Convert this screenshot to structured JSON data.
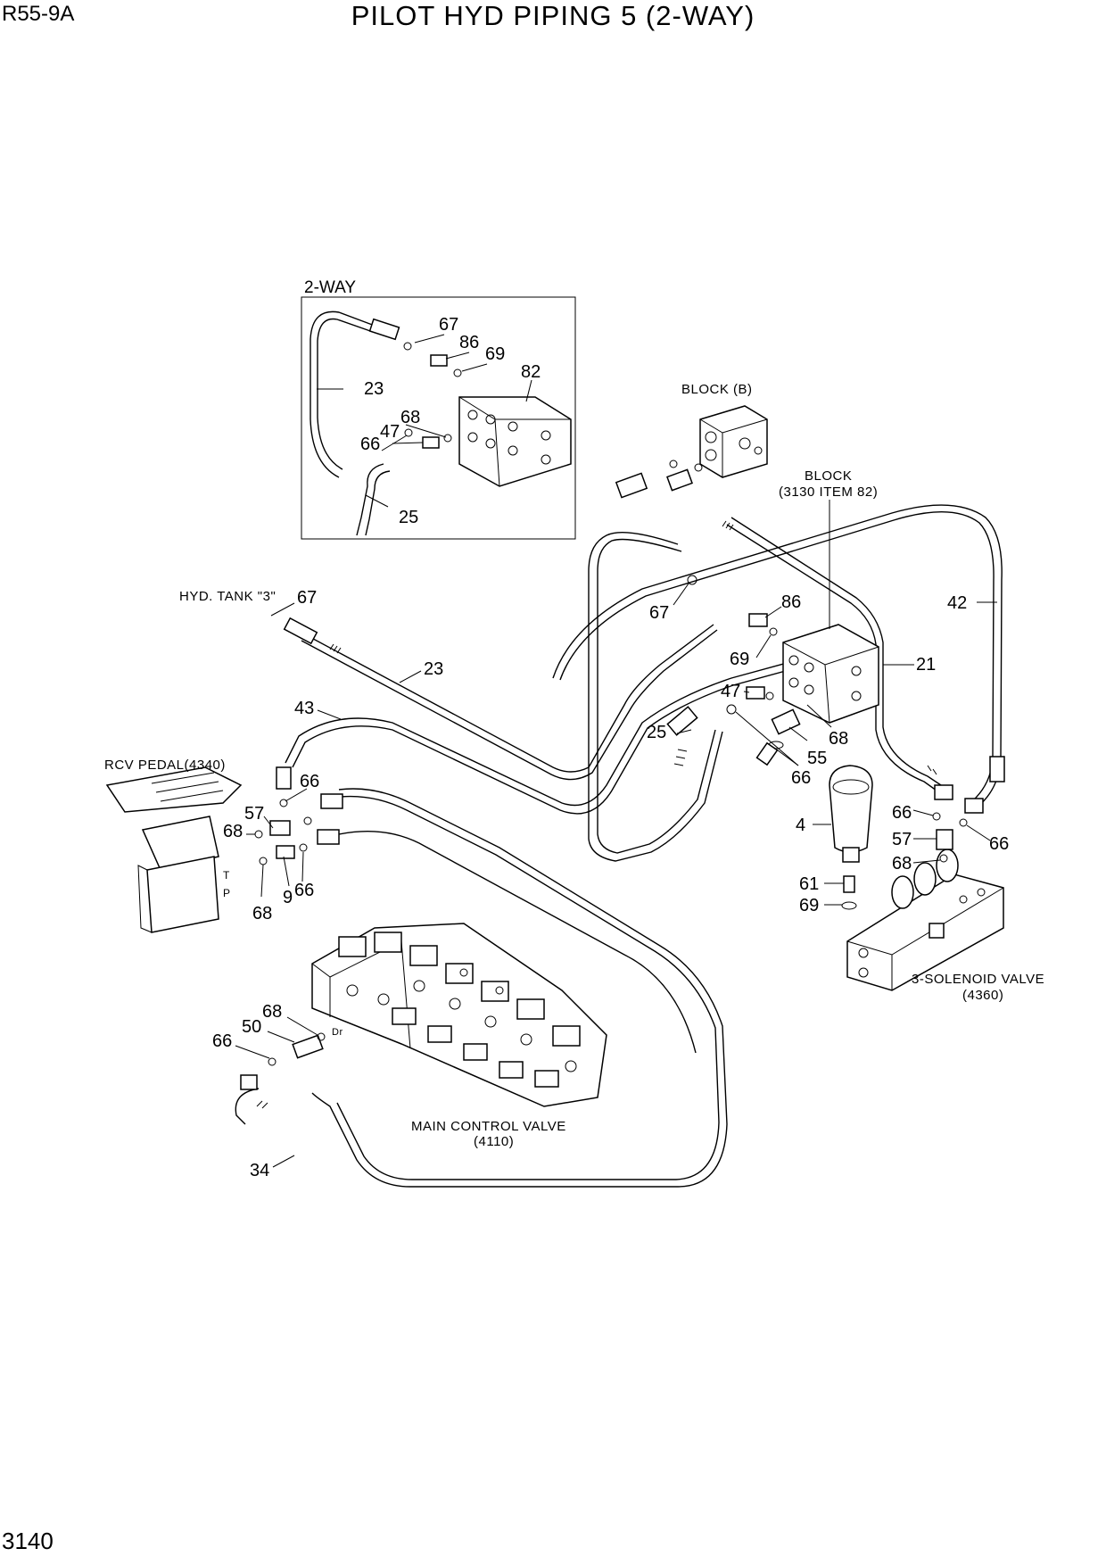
{
  "header": {
    "model": "R55-9A",
    "title": "PILOT HYD PIPING 5 (2-WAY)"
  },
  "footer": {
    "page_number": "3140"
  },
  "inset": {
    "title": "2-WAY",
    "callouts": [
      "67",
      "86",
      "69",
      "82",
      "23",
      "68",
      "47",
      "66",
      "25"
    ]
  },
  "labels": {
    "block_b": "BLOCK (B)",
    "block": "BLOCK",
    "block_ref": "(3130 ITEM 82)",
    "hyd_tank": "HYD. TANK \"3\"",
    "rcv_pedal": "RCV PEDAL(4340)",
    "main_control_valve": "MAIN CONTROL VALVE",
    "main_control_valve_ref": "(4110)",
    "solenoid_valve": "3-SOLENOID VALVE",
    "solenoid_valve_ref": "(4360)",
    "port_t": "T",
    "port_p": "P",
    "port_dr": "Dr"
  },
  "callouts": {
    "c67_tank": "67",
    "c23": "23",
    "c43": "43",
    "c57_l": "57",
    "c66_l1": "66",
    "c68_l1": "68",
    "c9": "9",
    "c66_l2": "66",
    "c68_l2": "68",
    "c67_mid": "67",
    "c86": "86",
    "c69_mid": "69",
    "c47": "47",
    "c25": "25",
    "c55": "55",
    "c66_mid": "66",
    "c68_mid": "68",
    "c21": "21",
    "c42": "42",
    "c4": "4",
    "c66_r1": "66",
    "c57_r": "57",
    "c66_r2": "66",
    "c68_r": "68",
    "c61": "61",
    "c69_r": "69",
    "c68_b": "68",
    "c50": "50",
    "c66_b": "66",
    "c34": "34"
  }
}
